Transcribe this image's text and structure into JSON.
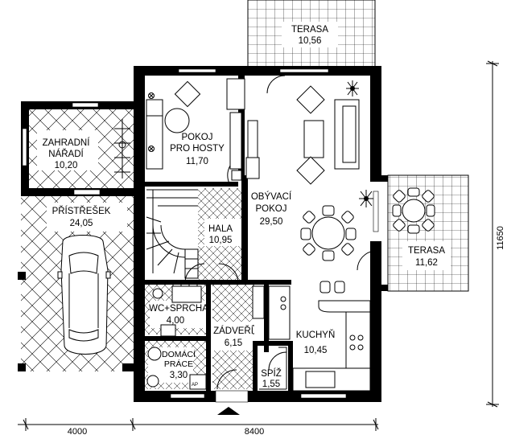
{
  "rooms": {
    "terasa_top": {
      "name": "TERASA",
      "area": "10,56"
    },
    "pokoj": {
      "name_line1": "POKOJ",
      "name_line2": "PRO HOSTY",
      "area": "11,70"
    },
    "zahradni": {
      "name_line1": "ZAHRADNÍ",
      "name_line2": "NÁŘADÍ",
      "area": "10,20"
    },
    "pristresek": {
      "name": "PŘÍSTŘEŠEK",
      "area": "24,05"
    },
    "hala": {
      "name": "HALA",
      "area": "10,95"
    },
    "obyvaci": {
      "name_line1": "OBÝVACÍ",
      "name_line2": "POKOJ",
      "area": "29,50"
    },
    "terasa_right": {
      "name": "TERASA",
      "area": "11,62"
    },
    "wc": {
      "name": "WC+SPRCHA",
      "area": "4,00"
    },
    "zadveri": {
      "name": "ZÁDVEŘÍ",
      "area": "6,15"
    },
    "kuchyn": {
      "name": "KUCHYŇ",
      "area": "10,45"
    },
    "domaci": {
      "name_line1": "DOMÁCÍ",
      "name_line2": "PRÁCE",
      "area": "3,30"
    },
    "spiz": {
      "name": "SPÍŽ",
      "area": "1,55"
    }
  },
  "dimensions": {
    "left_width": "4000",
    "right_width": "8400",
    "height": "11650"
  },
  "markers": {
    "ap": "AP"
  },
  "icons": [
    "entrance-arrow-icon",
    "light-fixture-icon",
    "car-icon"
  ]
}
